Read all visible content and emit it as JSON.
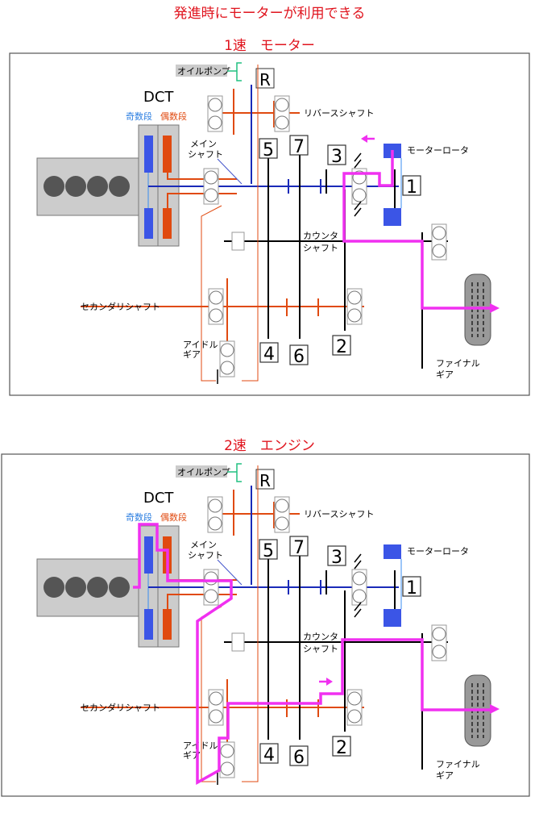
{
  "heading": "発進時にモーターが利用できる",
  "panels": [
    {
      "title": "1速　モーター",
      "mode": "motor"
    },
    {
      "title": "2速　エンジン",
      "mode": "engine"
    }
  ],
  "labels": {
    "oil_pump": "オイルポンプ",
    "dct": "DCT",
    "odd": "奇数段",
    "even": "偶数段",
    "main_shaft_1": "メイン",
    "main_shaft_2": "シャフト",
    "reverse_shaft": "リバースシャフト",
    "motor_rotor": "モーターロータ",
    "counter_1": "カウンタ",
    "counter_2": "シャフト",
    "secondary_shaft": "セカンダリシャフト",
    "idle_1": "アイドル",
    "idle_2": "ギア",
    "final_1": "ファイナル",
    "final_2": "ギア"
  },
  "gears": [
    "R",
    "5",
    "7",
    "3",
    "1",
    "4",
    "6",
    "2"
  ],
  "colors": {
    "odd": "#3b55e6",
    "even": "#e04a10",
    "path": "#f030f0",
    "shaft_main": "#1a2ab8",
    "oil": "#20c080",
    "title": "#e0141e"
  }
}
